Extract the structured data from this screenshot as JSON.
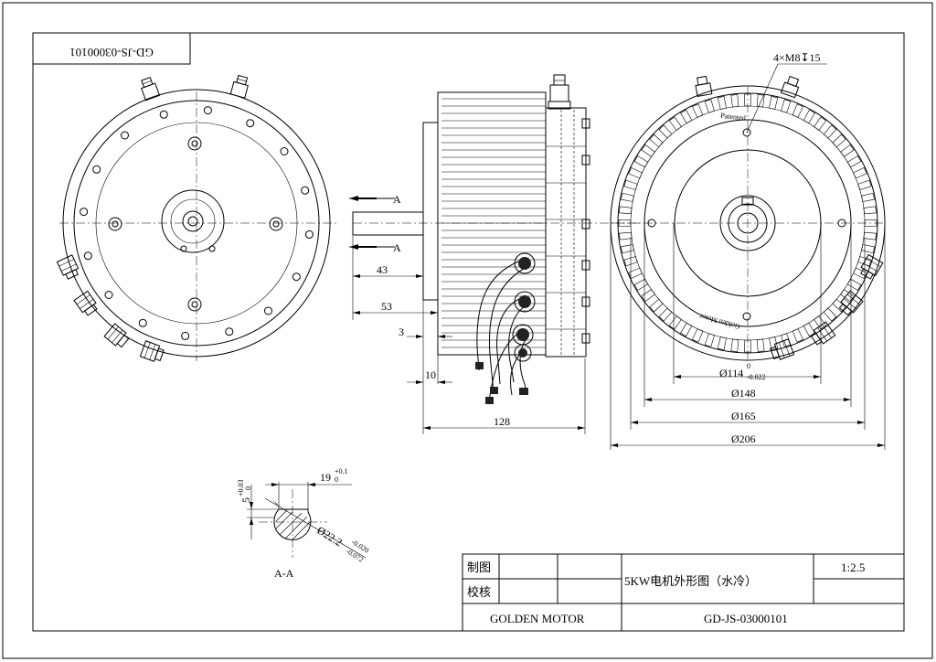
{
  "drawing_number": "GD-JS-03000101",
  "title_block": {
    "drawn_label": "制图",
    "checked_label": "校核",
    "title": "5KW电机外形图（水冷）",
    "scale": "1:2.5",
    "company": "GOLDEN MOTOR",
    "drawing_no": "GD-JS-03000101"
  },
  "dimensions": {
    "d43": "43",
    "d53": "53",
    "d3": "3",
    "d10": "10",
    "d128": "128",
    "d114_main": "Ø114",
    "d114_upper": "0",
    "d114_lower": "-0.022",
    "d148": "Ø148",
    "d165": "Ø165",
    "d206": "Ø206",
    "bolt_spec": "4×M8↧15",
    "key_width_main": "19",
    "key_width_upper": "+0.1",
    "key_width_lower": "0",
    "key_depth_main": "5",
    "key_depth_upper": "+0.03",
    "key_depth_lower": "0",
    "shaft_main": "Ø22.2",
    "shaft_upper": "-0.020",
    "shaft_lower": "-0.072"
  },
  "labels": {
    "section_a_top": "A",
    "section_a_bottom": "A",
    "section_view": "A-A",
    "patented": "Patented",
    "golden_motor_ring": "Golden Motor"
  }
}
